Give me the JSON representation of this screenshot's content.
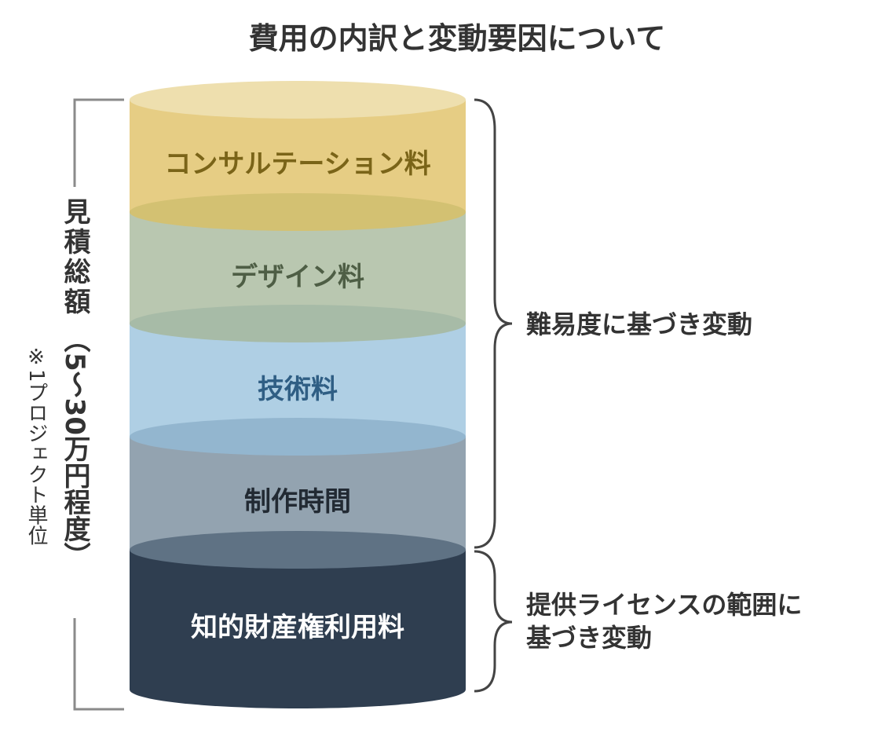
{
  "title": "費用の内訳と変動要因について",
  "total": {
    "label": "見積総額",
    "range": "（5～30万円程度）",
    "note": "※1プロジェクト単位"
  },
  "layers": [
    {
      "name": "コンサルテーション料",
      "color": "#e6cd84",
      "top_color": "#eedfae",
      "text_color": "#7a6418"
    },
    {
      "name": "デザイン料",
      "color": "#b9c7b0",
      "top_color": "#d3c172",
      "text_color": "#4e5e45"
    },
    {
      "name": "技術料",
      "color": "#afcfe4",
      "top_color": "#a7bba7",
      "text_color": "#2f5e84"
    },
    {
      "name": "制作時間",
      "color": "#93a3b0",
      "top_color": "#93b6cf",
      "text_color": "#222a33"
    },
    {
      "name": "知的財産権利用料",
      "color": "#2f3e50",
      "top_color": "#5f7284",
      "text_color": "#ffffff"
    }
  ],
  "factors": [
    {
      "label": "難易度に基づき変動",
      "lines": [
        "難易度に基づき変動"
      ],
      "applies_to": [
        "コンサルテーション料",
        "デザイン料",
        "技術料",
        "制作時間"
      ]
    },
    {
      "label": "提供ライセンスの範囲に基づき変動",
      "lines": [
        "提供ライセンスの範囲に",
        "基づき変動"
      ],
      "applies_to": [
        "知的財産権利用料"
      ]
    }
  ]
}
